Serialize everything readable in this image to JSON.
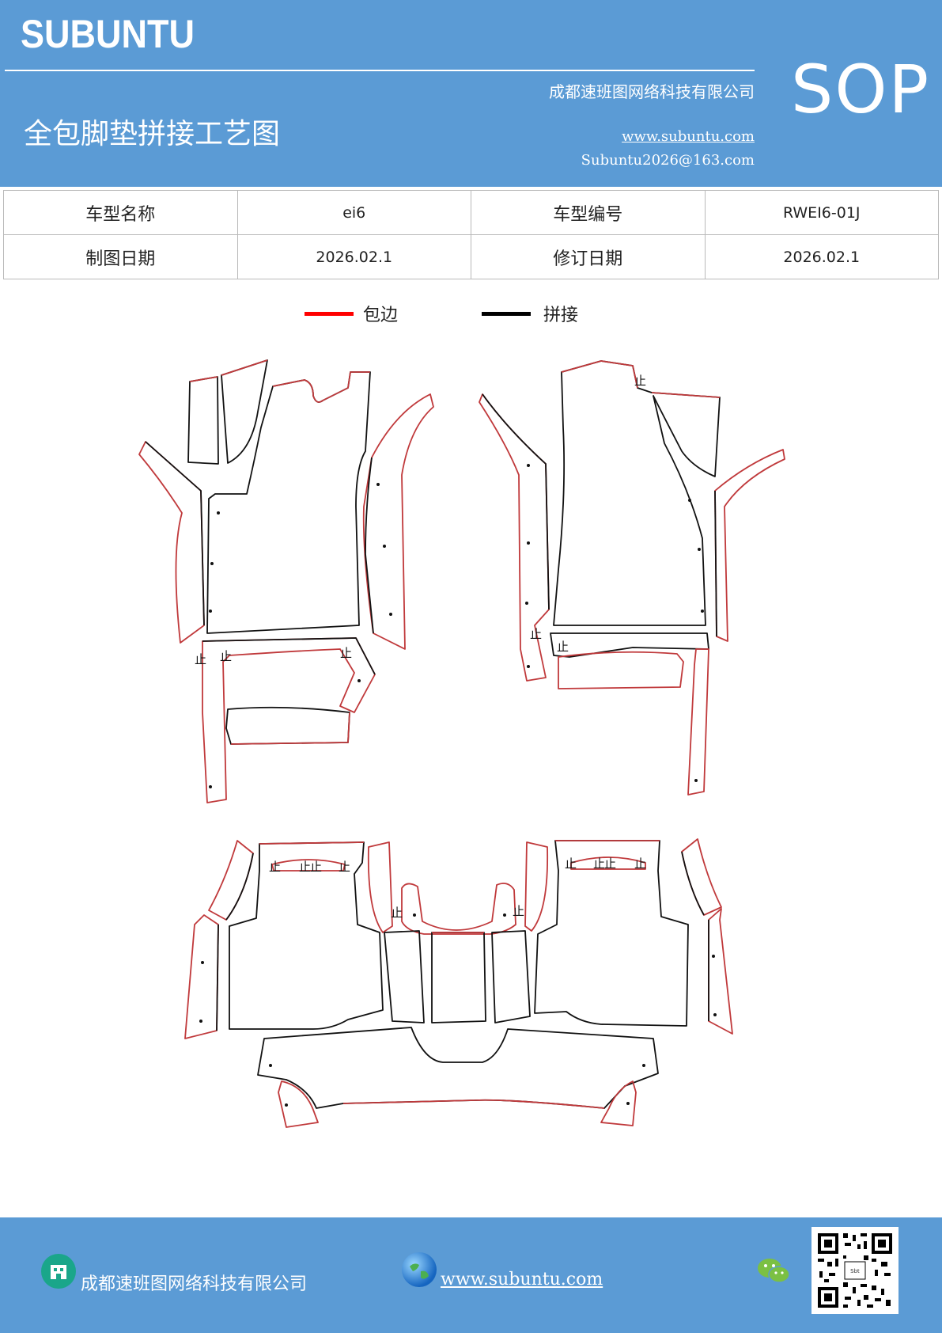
{
  "header": {
    "brand": "SUBUNTU",
    "doc_type": "SOP",
    "company": "成都速班图网络科技有限公司",
    "title": "全包脚垫拼接工艺图",
    "website": "www.subuntu.com",
    "email": "Subuntu2026@163.com"
  },
  "info_table": {
    "rows": [
      {
        "label1": "车型名称",
        "value1": "ei6",
        "label2": "车型编号",
        "value2": "RWEI6-01J"
      },
      {
        "label1": "制图日期",
        "value1": "2026.02.1",
        "label2": "修订日期",
        "value2": "2026.02.1"
      }
    ]
  },
  "legend": {
    "items": [
      {
        "label": "包边",
        "color": "#ff0000"
      },
      {
        "label": "拼接",
        "color": "#000000"
      }
    ]
  },
  "drawing": {
    "stop_mark": "止",
    "edge_color": "#c0393b",
    "seam_color": "#111111"
  },
  "footer": {
    "company": "成都速班图网络科技有限公司",
    "website": "www.subuntu.com",
    "icons": [
      "building-icon",
      "globe-icon",
      "wechat-icon",
      "qr-code"
    ]
  }
}
